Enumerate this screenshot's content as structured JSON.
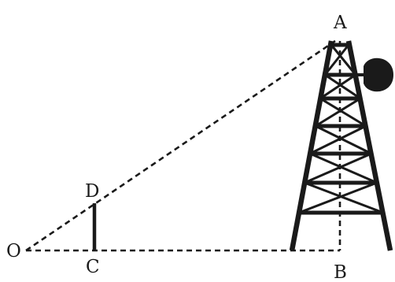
{
  "points": {
    "A": "A",
    "B": "B",
    "C": "C",
    "D": "D",
    "O": "O"
  },
  "colors": {
    "ink": "#1a1a1a",
    "background": "#ffffff"
  }
}
